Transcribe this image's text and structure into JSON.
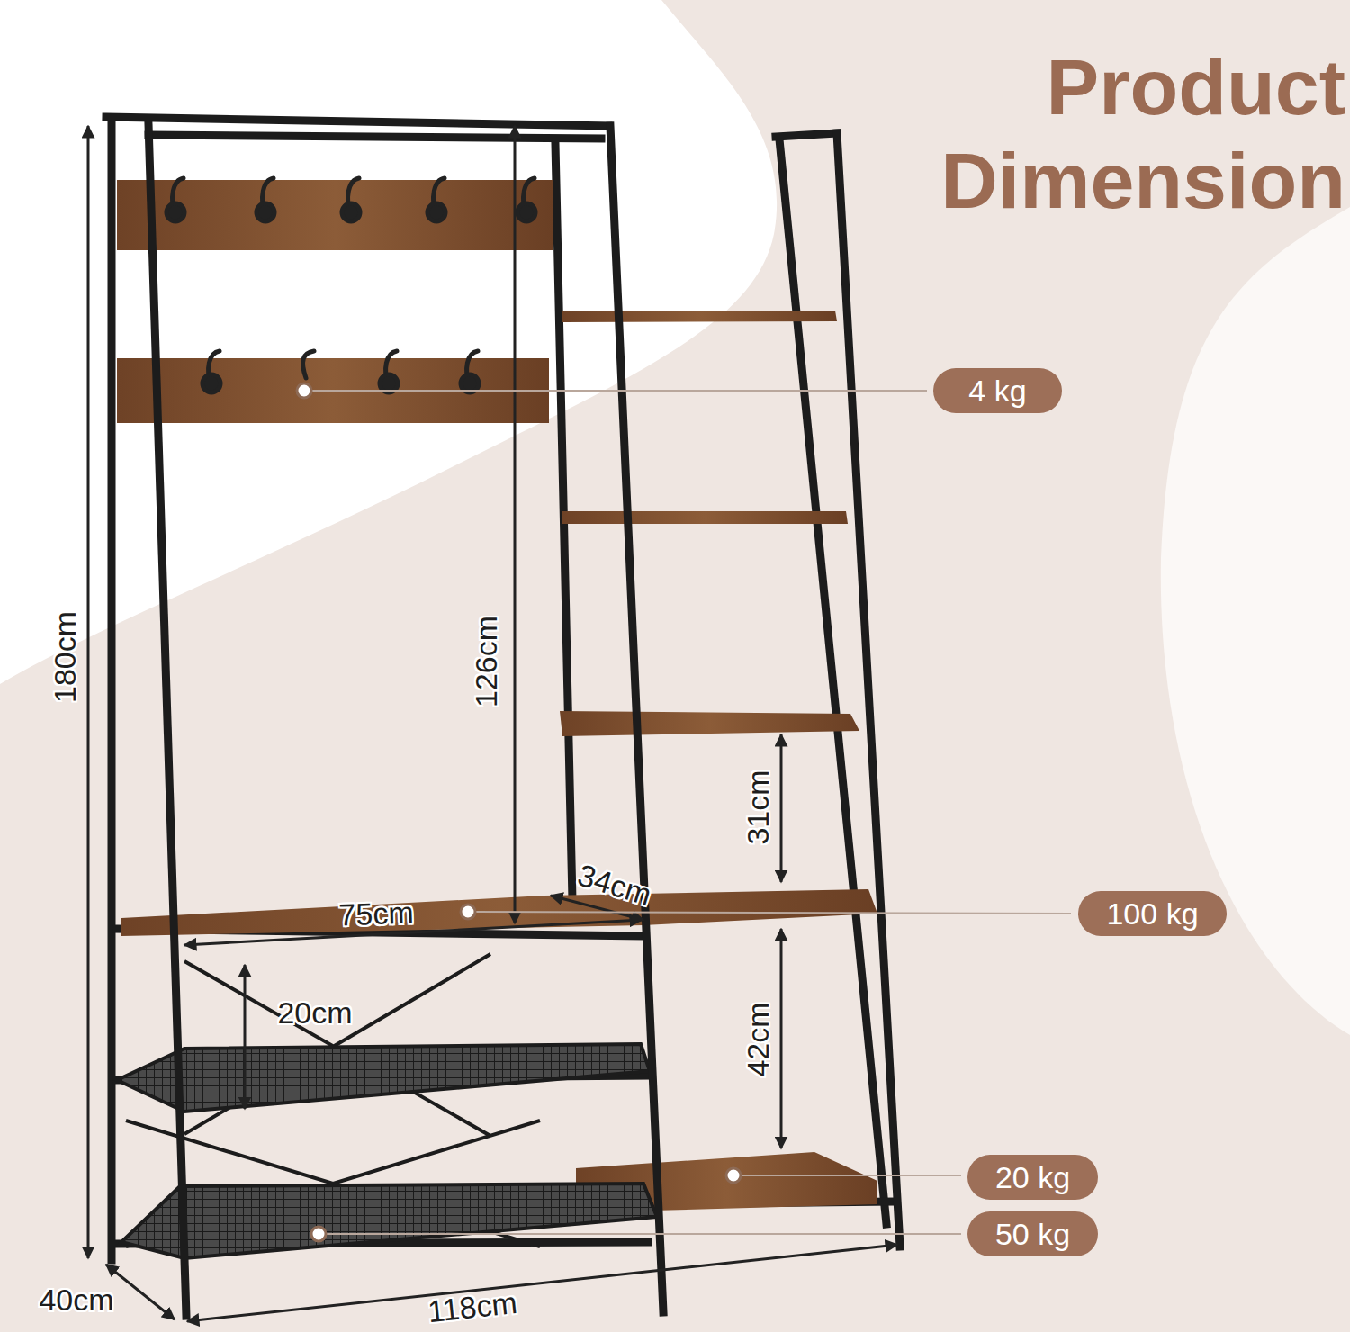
{
  "diagram": {
    "title": "Product Dimension",
    "nodes": [
      {
        "text": [
          "4 kg"
        ]
      },
      {
        "text": [
          "100 kg"
        ]
      },
      {
        "text": [
          "20 kg"
        ]
      },
      {
        "text": [
          "50 kg"
        ]
      }
    ],
    "labels": [
      "180cm",
      "126cm",
      "31cm",
      "34cm",
      "75cm",
      "20cm",
      "42cm",
      "40cm",
      "118cm"
    ]
  }
}
